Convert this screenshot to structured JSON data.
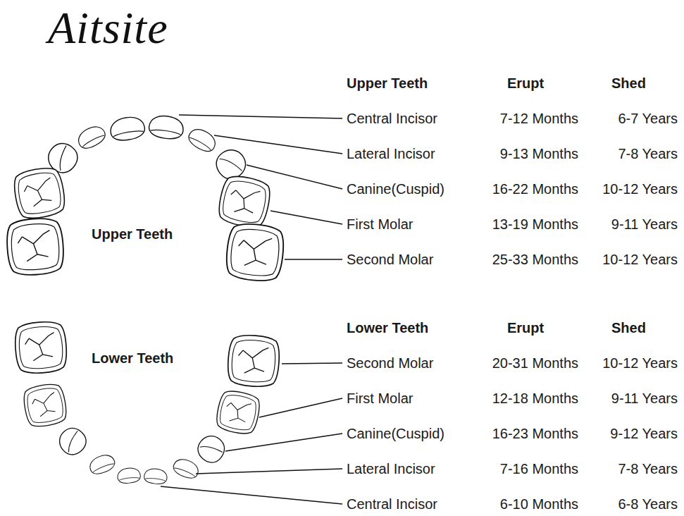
{
  "diagram": {
    "title": "Aitsite",
    "labels": [
      "Upper Teeth",
      "Erupt",
      "Shed",
      "Central Incisor",
      "7-12 Months",
      "6-7 Years",
      "Lateral Incisor",
      "9-13 Months",
      "7-8 Years",
      "Canine(Cuspid)",
      "16-22 Months",
      "10-12 Years",
      "First Molar",
      "13-19 Months",
      "9-11 Years",
      "Second Molar",
      "25-33 Months",
      "10-12 Years",
      "Upper Teeth",
      "Lower Teeth",
      "Erupt",
      "Shed",
      "Second Molar",
      "20-31 Months",
      "10-12 Years",
      "First Molar",
      "12-18 Months",
      "9-11 Years",
      "Canine(Cuspid)",
      "16-23 Months",
      "9-12 Years",
      "Lateral Incisor",
      "7-16 Months",
      "7-8 Years",
      "Central Incisor",
      "6-10 Months",
      "6-8 Years",
      "Lower Teeth"
    ]
  }
}
